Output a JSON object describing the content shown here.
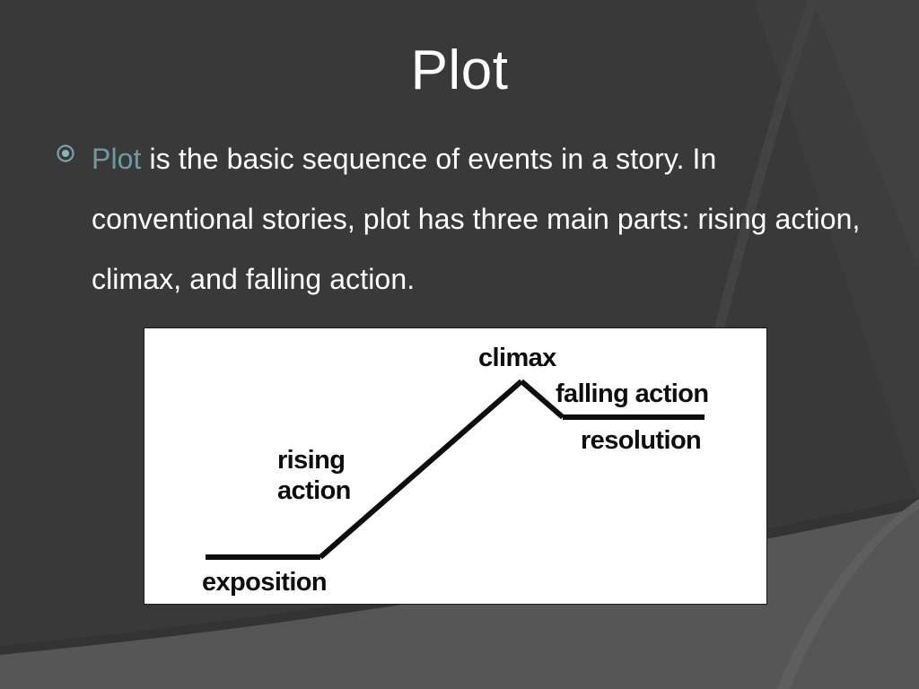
{
  "slide": {
    "title": "Plot",
    "background_color": "#393939",
    "background_accent_color": "#565656",
    "text_color": "#ffffff",
    "keyword_color": "#6f9aa3"
  },
  "body": {
    "bullets": [
      {
        "marker_icon": "circle-dot-bullet-icon",
        "keyword": "Plot",
        "rest": " is the basic sequence of events in a story. In conventional stories, plot has three main parts: rising action, climax, and falling action."
      }
    ]
  },
  "figure": {
    "caption": "plot-structure-diagram",
    "background_color": "#ffffff",
    "line_color": "#0d0d0d",
    "labels": {
      "exposition": "exposition",
      "rising_action_line1": "rising",
      "rising_action_line2": "action",
      "climax": "climax",
      "falling_action": "falling action",
      "resolution": "resolution"
    }
  },
  "chart_data": {
    "type": "line",
    "title": "Plot structure (Freytag's pyramid)",
    "xlabel": "",
    "ylabel": "",
    "xlim": [
      0,
      693
    ],
    "ylim": [
      0,
      307
    ],
    "grid": false,
    "legend": null,
    "series": [
      {
        "name": "plot-arc",
        "points": [
          {
            "x": 68,
            "y": 52,
            "stage": "exposition-start"
          },
          {
            "x": 196,
            "y": 52,
            "stage": "exposition-end"
          },
          {
            "x": 420,
            "y": 248,
            "stage": "climax"
          },
          {
            "x": 466,
            "y": 208,
            "stage": "falling-action-end"
          },
          {
            "x": 624,
            "y": 208,
            "stage": "resolution-end"
          }
        ]
      }
    ],
    "annotations": [
      {
        "text": "exposition",
        "x": 68,
        "y": 24,
        "anchor": "start"
      },
      {
        "text": "rising",
        "x": 148,
        "y": 160,
        "anchor": "start"
      },
      {
        "text": "action",
        "x": 148,
        "y": 130,
        "anchor": "start"
      },
      {
        "text": "climax",
        "x": 368,
        "y": 272,
        "anchor": "start"
      },
      {
        "text": "falling action",
        "x": 456,
        "y": 236,
        "anchor": "start"
      },
      {
        "text": "resolution",
        "x": 486,
        "y": 180,
        "anchor": "start"
      }
    ]
  }
}
